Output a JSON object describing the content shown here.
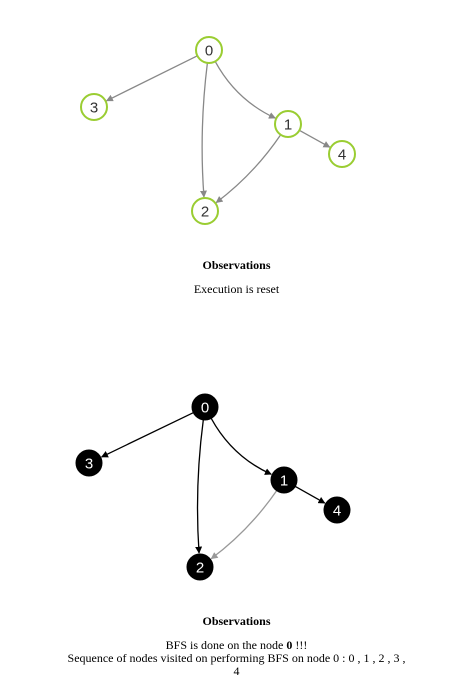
{
  "colors": {
    "start_node_stroke": "#9acd32",
    "start_node_fill": "#ffffff",
    "start_label": "#333333",
    "start_edge": "#888888",
    "visited_node_fill": "#000000",
    "visited_label": "#ffffff",
    "tree_edge": "#000000",
    "non_tree_edge": "#999999"
  },
  "graph": {
    "nodes": [
      "0",
      "1",
      "2",
      "3",
      "4"
    ],
    "edges": [
      {
        "from": "0",
        "to": "3"
      },
      {
        "from": "0",
        "to": "1"
      },
      {
        "from": "0",
        "to": "2"
      },
      {
        "from": "1",
        "to": "4"
      },
      {
        "from": "1",
        "to": "2"
      }
    ]
  },
  "before": {
    "observations_title": "Observations",
    "message": "Execution is reset"
  },
  "after": {
    "observations_title": "Observations",
    "result_prefix": "BFS is done on the node ",
    "result_node": "0",
    "result_suffix": " !!!",
    "sequence_line1": "Sequence of nodes visited on performing BFS on node 0 : 0 , 1 , 2 , 3 ,",
    "sequence_line2": "4",
    "tree_edges": [
      "0-3",
      "0-1",
      "0-2",
      "1-4"
    ]
  }
}
